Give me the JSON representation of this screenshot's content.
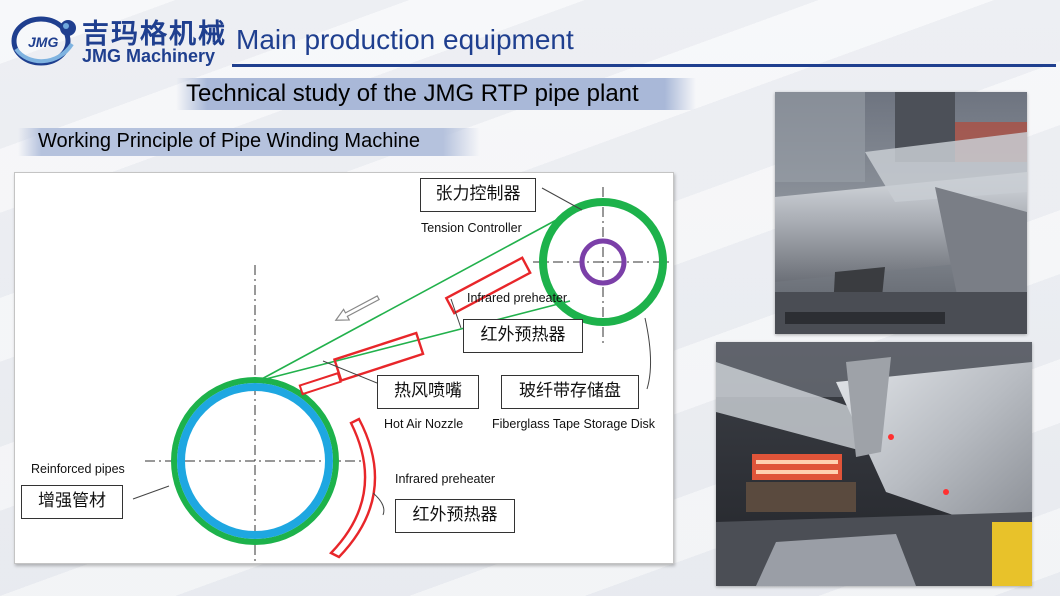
{
  "brand": {
    "name_cn": "吉玛格机械",
    "name_en": "JMG Machinery",
    "logo_text": "JMG"
  },
  "header": {
    "title": "Main production equipment",
    "subtitle": "Technical study of the JMG RTP pipe plant"
  },
  "section": {
    "label": "Working Principle of Pipe Winding Machine"
  },
  "diagram": {
    "labels": {
      "tension_controller_cn": "张力控制器",
      "tension_controller_en": "Tension Controller",
      "infrared_preheater_top_en": "Infrared preheater",
      "infrared_preheater_top_cn": "红外预热器",
      "hot_air_nozzle_cn": "热风喷嘴",
      "hot_air_nozzle_en": "Hot Air Nozzle",
      "storage_disk_cn": "玻纤带存储盘",
      "storage_disk_en": "Fiberglass Tape Storage Disk",
      "reinforced_pipes_en": "Reinforced pipes",
      "reinforced_pipes_cn": "增强管材",
      "infrared_preheater_bottom_en": "Infrared preheater",
      "infrared_preheater_bottom_cn": "红外预热器"
    },
    "colors": {
      "pipe_inner": "#1ea7e1",
      "pipe_outer": "#1db24b",
      "tape": "#22b14c",
      "heater": "#e8262a",
      "controller": "#7b3fa8"
    }
  },
  "photos": [
    {
      "name": "winding-machine-photo-top"
    },
    {
      "name": "winding-machine-photo-bottom"
    }
  ]
}
